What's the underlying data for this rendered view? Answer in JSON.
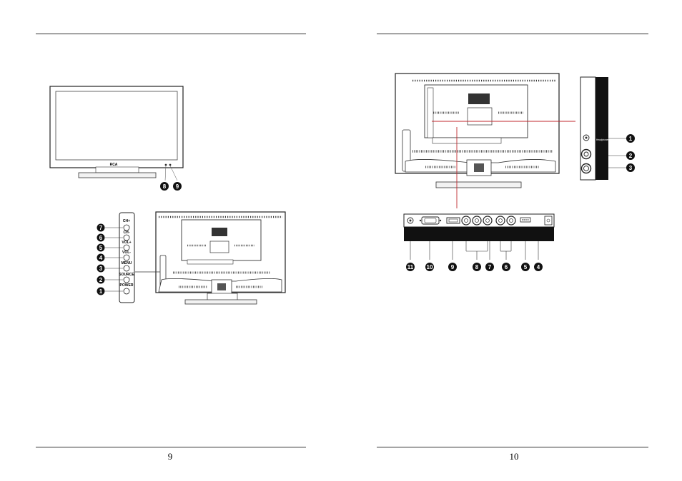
{
  "pages": [
    {
      "number": "9",
      "tv_brand": "RCA",
      "front_callouts": [
        "8",
        "9"
      ],
      "side_buttons": [
        {
          "num": "7",
          "label": "CH+"
        },
        {
          "num": "6",
          "label": "CH-"
        },
        {
          "num": "5",
          "label": "VOL+"
        },
        {
          "num": "4",
          "label": "VOL-"
        },
        {
          "num": "3",
          "label": "MENU"
        },
        {
          "num": "2",
          "label": "SOURCE"
        },
        {
          "num": "1",
          "label": "POWER"
        }
      ]
    },
    {
      "number": "10",
      "side_panel_label": "Headphones",
      "side_panel_callouts": [
        "1",
        "2",
        "3"
      ],
      "rear_panel_callouts": [
        "11",
        "10",
        "9",
        "8",
        "7",
        "6",
        "5",
        "4"
      ]
    }
  ]
}
